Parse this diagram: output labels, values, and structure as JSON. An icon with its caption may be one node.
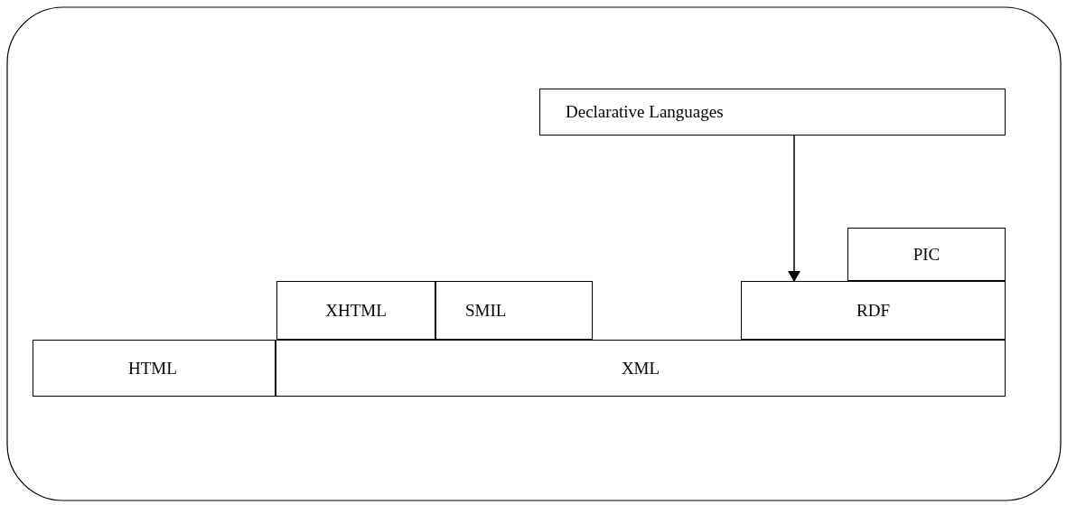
{
  "diagram": {
    "nodes": [
      {
        "text": [
          "Declarative Languages"
        ]
      },
      {
        "text": [
          "PIC"
        ]
      },
      {
        "text": [
          "XHTML"
        ]
      },
      {
        "text": [
          "SMIL"
        ]
      },
      {
        "text": [
          "RDF"
        ]
      },
      {
        "text": [
          "HTML"
        ]
      },
      {
        "text": [
          "XML"
        ]
      }
    ],
    "edges": [
      {
        "from": 0,
        "to": 4,
        "arrow": "to"
      }
    ]
  }
}
